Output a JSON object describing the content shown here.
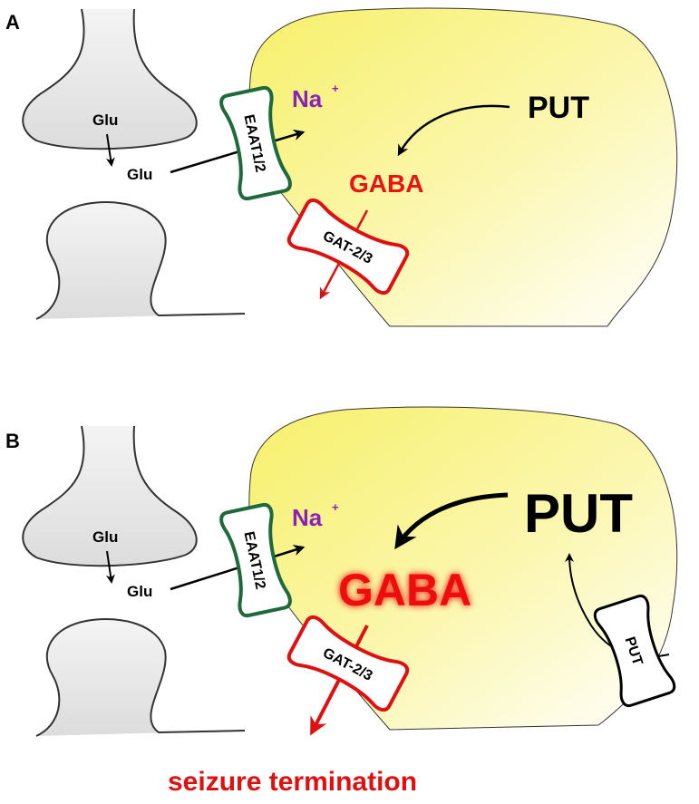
{
  "panels": [
    {
      "letter": "A",
      "glu_pre": "Glu",
      "glu_post": "Glu",
      "eaat": "EAAT1/2",
      "na": "Na",
      "na_sup": "+",
      "put": "PUT",
      "gaba": "GABA",
      "gat": "GAT-2/3"
    },
    {
      "letter": "B",
      "glu_pre": "Glu",
      "glu_post": "Glu",
      "eaat": "EAAT1/2",
      "na": "Na",
      "na_sup": "+",
      "put": "PUT",
      "gaba": "GABA",
      "gat": "GAT-2/3",
      "put_transporter": "PUT"
    }
  ],
  "footer": "seizure termination",
  "colors": {
    "astrocyte_fill": "#fbf58a",
    "eaat_border": "#1e6a3a",
    "gat_border": "#e01010",
    "gaba_text": "#ee1111",
    "na_text": "#8b22b8",
    "neuron_fill": "#e6e6e6"
  }
}
